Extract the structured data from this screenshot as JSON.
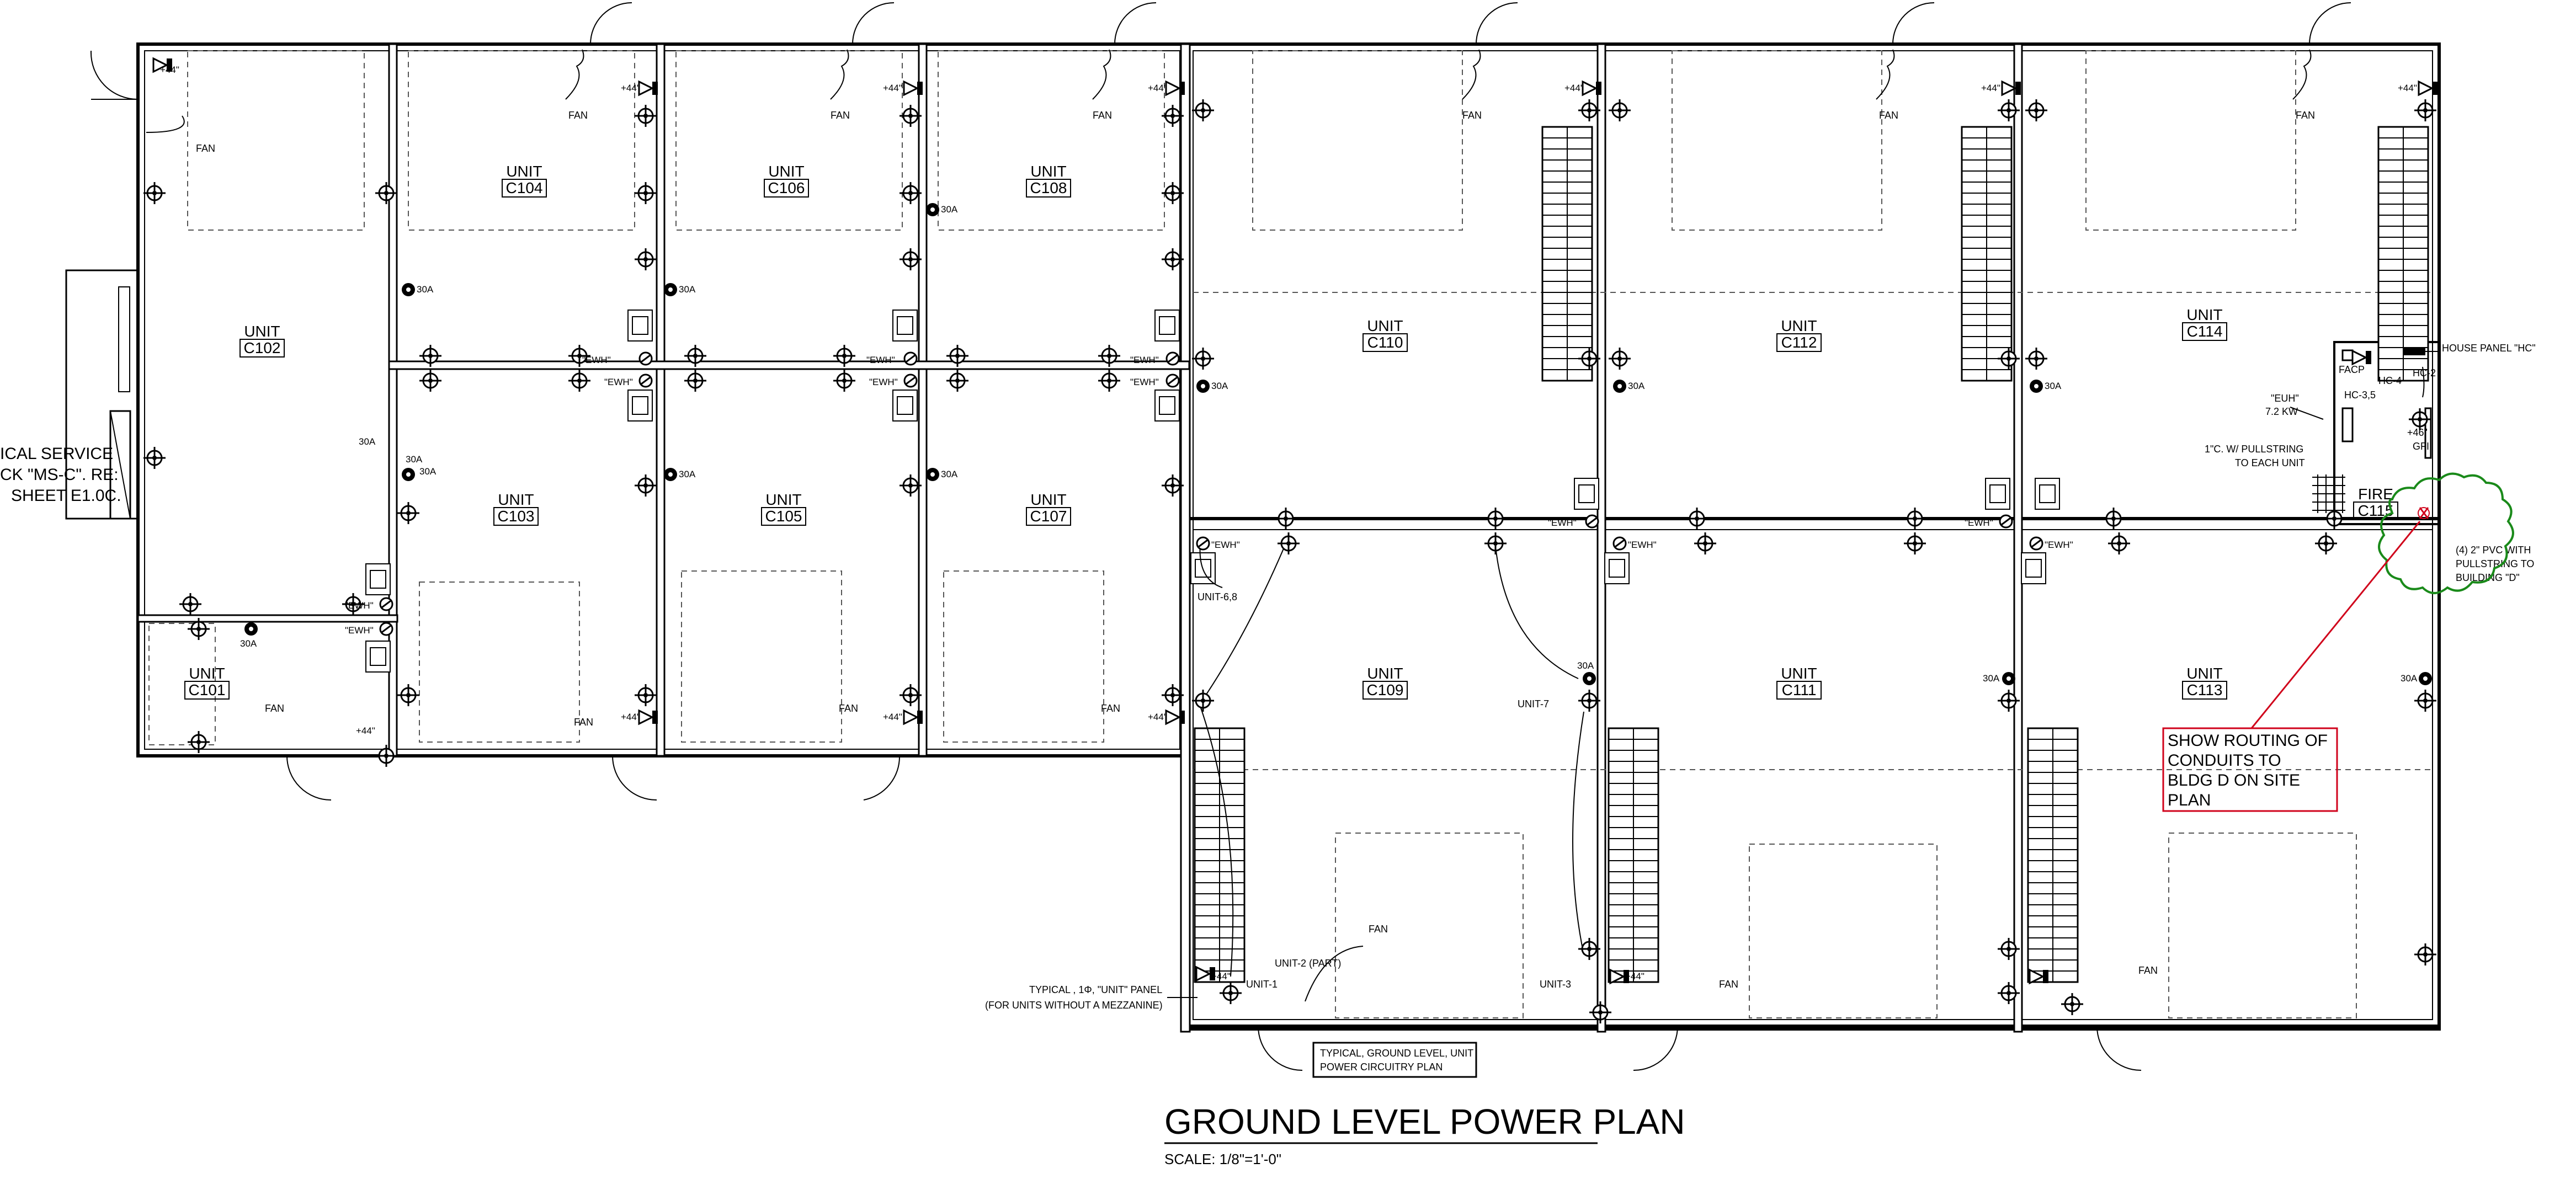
{
  "title": "GROUND LEVEL POWER PLAN",
  "scale": "SCALE: 1/8\"=1'-0\"",
  "units": [
    {
      "word": "UNIT",
      "id": "C102"
    },
    {
      "word": "UNIT",
      "id": "C104"
    },
    {
      "word": "UNIT",
      "id": "C106"
    },
    {
      "word": "UNIT",
      "id": "C108"
    },
    {
      "word": "UNIT",
      "id": "C103"
    },
    {
      "word": "UNIT",
      "id": "C105"
    },
    {
      "word": "UNIT",
      "id": "C107"
    },
    {
      "word": "UNIT",
      "id": "C101"
    },
    {
      "word": "UNIT",
      "id": "C110"
    },
    {
      "word": "UNIT",
      "id": "C112"
    },
    {
      "word": "UNIT",
      "id": "C114"
    },
    {
      "word": "UNIT",
      "id": "C109"
    },
    {
      "word": "UNIT",
      "id": "C111"
    },
    {
      "word": "UNIT",
      "id": "C113"
    },
    {
      "word": "FIRE",
      "id": "C115"
    }
  ],
  "service_note": [
    "ICAL SERVICE",
    "CK \"MS-C\". RE:",
    "SHEET E1.0C."
  ],
  "labels": {
    "fan": "FAN",
    "ewh": "\"EWH\"",
    "amp30": "30A",
    "plus44": "+44\"",
    "plus46": "+46\"",
    "gfi": "GFI",
    "house_panel": "HOUSE PANEL \"HC\"",
    "facp": "FACP",
    "hc4": "HC-4",
    "hc2": "HC-2",
    "hc35": "HC-3,5",
    "euh_1": "\"EUH\"",
    "euh_2": "7.2 KW",
    "pullstring_1": "1\"C. W/ PULLSTRING",
    "pullstring_2": "TO EACH UNIT",
    "pvc_1": "(4) 2\" PVC WITH",
    "pvc_2": "PULLSTRING TO",
    "pvc_3": "BUILDING \"D\"",
    "unit68": "UNIT-6,8",
    "unit7": "UNIT-7",
    "unit1": "UNIT-1",
    "unit2": "UNIT-2 (PART)",
    "unit3": "UNIT-3",
    "typical_panel_1": "TYPICAL , 1Φ, \"UNIT\" PANEL",
    "typical_panel_2": "(FOR UNITS WITHOUT A MEZZANINE)",
    "typical_ground_1": "TYPICAL, GROUND LEVEL, UNIT",
    "typical_ground_2": "POWER CIRCUITRY PLAN"
  },
  "review_note": [
    "SHOW ROUTING OF",
    "CONDUITS TO",
    "BLDG D ON SITE",
    "PLAN"
  ],
  "colors": {
    "line": "#000000",
    "markup": "#d0021b",
    "cloud": "#1a8a1a"
  }
}
